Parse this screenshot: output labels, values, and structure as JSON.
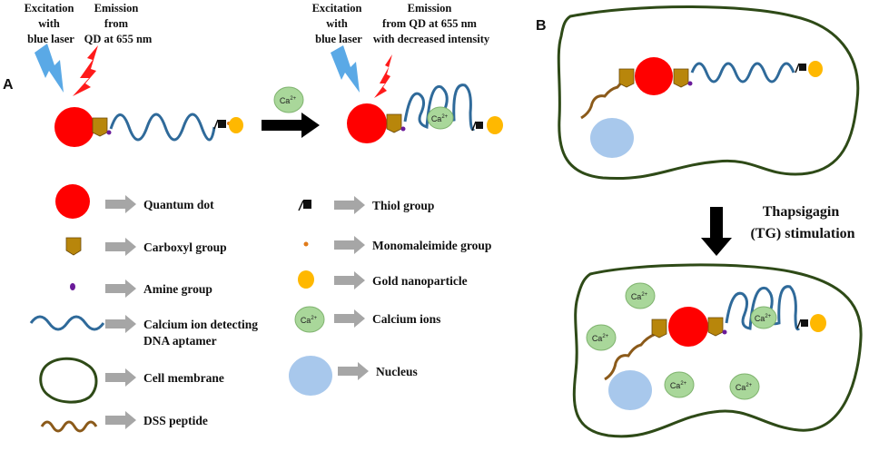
{
  "panels": {
    "a": "A",
    "b": "B"
  },
  "captions": {
    "excitation_1": [
      "Excitation",
      "with",
      "blue laser"
    ],
    "emission_1": [
      "Emission",
      "from",
      "QD at 655 nm"
    ],
    "excitation_2": [
      "Excitation",
      "with",
      "blue laser"
    ],
    "emission_2": [
      "Emission",
      "from QD at 655 nm",
      "with decreased intensity"
    ]
  },
  "ion_label": "Ca",
  "ion_charge": "2+",
  "legend": {
    "quantum_dot": "Quantum dot",
    "carboxyl": "Carboxyl group",
    "amine": "Amine group",
    "aptamer": [
      "Calcium ion detecting",
      "DNA aptamer"
    ],
    "membrane": "Cell membrane",
    "dss": "DSS peptide",
    "thiol": "Thiol group",
    "monomaleimide": "Monomaleimide group",
    "gold": "Gold nanoparticle",
    "calcium": "Calcium ions",
    "nucleus": "Nucleus"
  },
  "stimulation": [
    "Thapsigagin",
    "(TG) stimulation"
  ],
  "colors": {
    "quantum_dot": "#ff0000",
    "carboxyl": "#b8860b",
    "amine": "#6a1b9a",
    "aptamer": "#2f6a9a",
    "membrane": "#2e4a17",
    "dss": "#8b5a1a",
    "gold": "#ffb800",
    "calcium": "#a9d79a",
    "nucleus": "#a8c8ec",
    "laser_blue": "#5aa9e6",
    "emission_red": "#ff1a1a",
    "arrow_gray": "#a6a6a6"
  }
}
